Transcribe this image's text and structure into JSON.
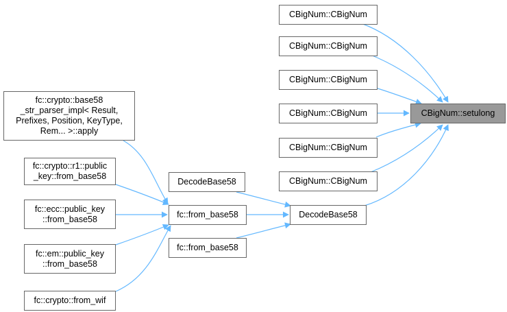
{
  "colors": {
    "edge": "#63b8ff",
    "node_border": "#666666",
    "focus_fill": "#999999"
  },
  "nodes": {
    "setulong": "CBigNum::setulong",
    "cbignum_1": "CBigNum::CBigNum",
    "cbignum_2": "CBigNum::CBigNum",
    "cbignum_3": "CBigNum::CBigNum",
    "cbignum_4": "CBigNum::CBigNum",
    "cbignum_5": "CBigNum::CBigNum",
    "cbignum_6": "CBigNum::CBigNum",
    "decodebase58_main": "DecodeBase58",
    "decodebase58_left": "DecodeBase58",
    "from_base58_main": "fc::from_base58",
    "from_base58_lower": "fc::from_base58",
    "base58_parser": "fc::crypto::base58\n_str_parser_impl< Result,\n Prefixes, Position, KeyType,\n Rem... >::apply",
    "r1_public_key": "fc::crypto::r1::public\n_key::from_base58",
    "ecc_public_key": "fc::ecc::public_key\n::from_base58",
    "em_public_key": "fc::em::public_key\n::from_base58",
    "from_wif": "fc::crypto::from_wif"
  }
}
